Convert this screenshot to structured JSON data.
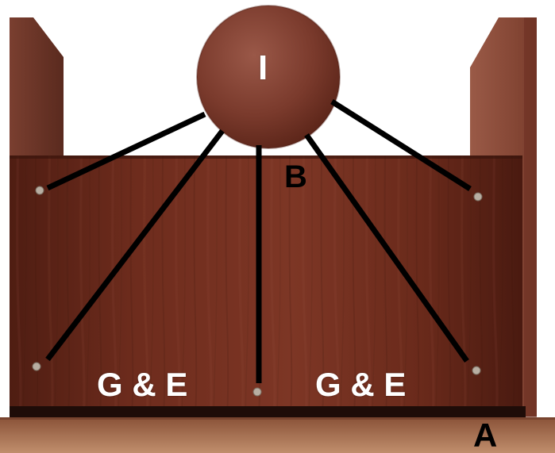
{
  "labels": {
    "knob": "I",
    "top_panel_edge": "B",
    "bottom_left": "G & E",
    "bottom_right": "G & E",
    "floor_corner": "A"
  },
  "colors": {
    "wood_dark": "#5a2317",
    "wood_mid": "#7a3424",
    "wood_light": "#8e4432",
    "side_panel_left": "#6b3426",
    "side_panel_right": "#8a4a38",
    "floor": "#b07a5a",
    "knob": "#7d3d2e",
    "leader_line": "#000000",
    "screw": "#b8aea2",
    "label_light": "#ffffff",
    "label_dark": "#000000"
  },
  "icons": {
    "knob": "round-knob-icon",
    "screw": "screw-head-icon"
  }
}
